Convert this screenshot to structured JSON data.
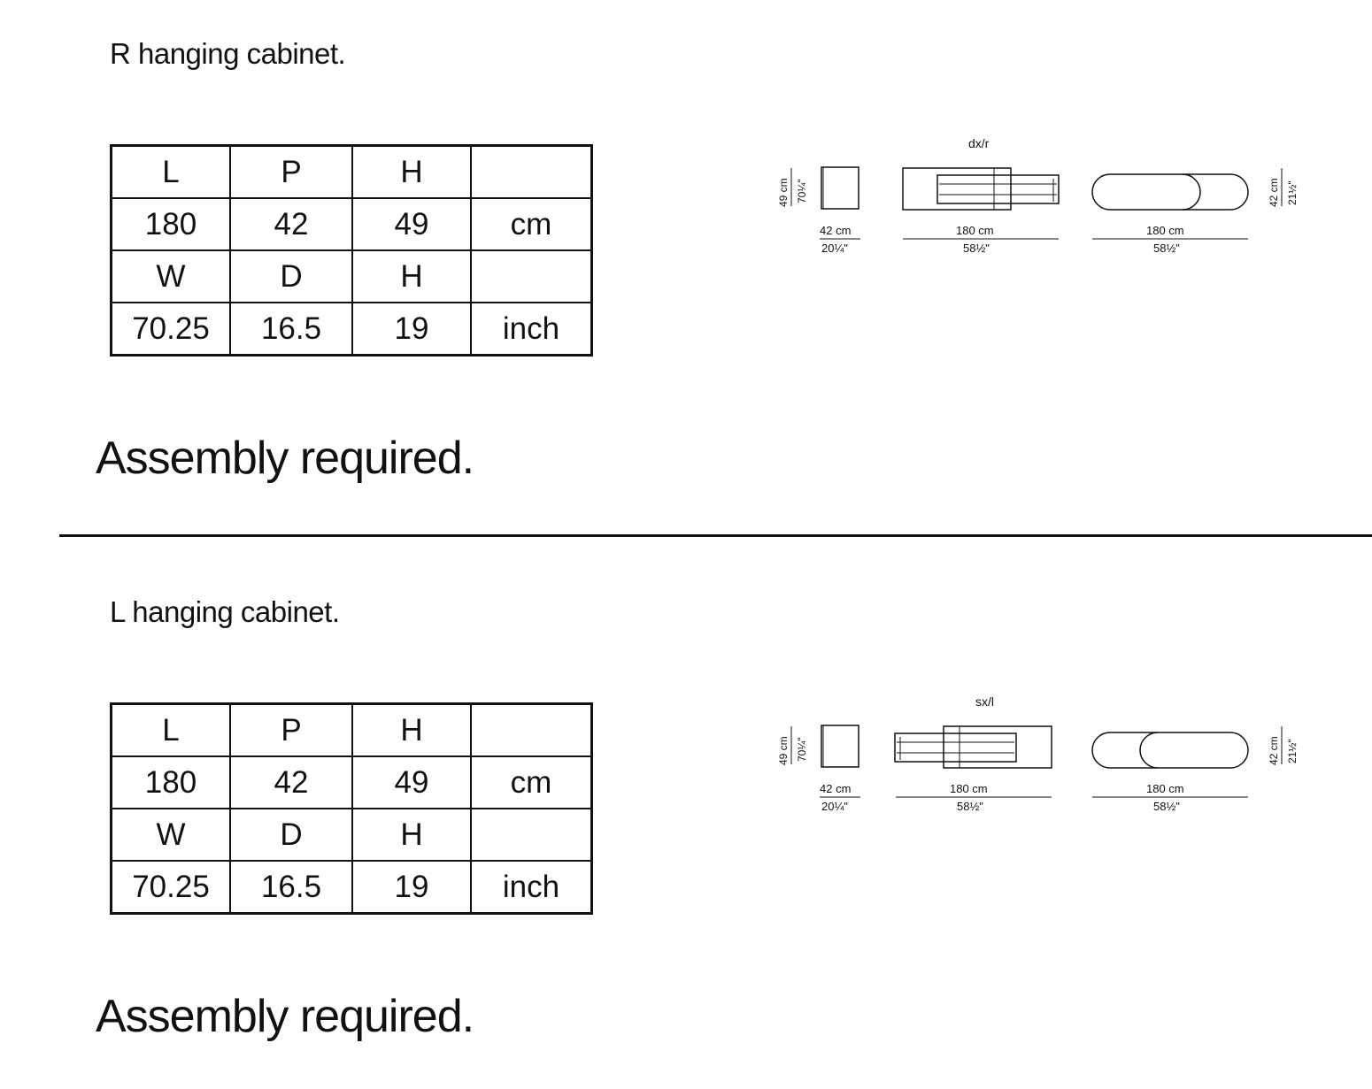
{
  "sections": [
    {
      "title": "R hanging cabinet.",
      "table": {
        "rows": [
          [
            "L",
            "P",
            "H",
            ""
          ],
          [
            "180",
            "42",
            "49",
            "cm"
          ],
          [
            "W",
            "D",
            "H",
            ""
          ],
          [
            "70.25",
            "16.5",
            "19",
            "inch"
          ]
        ]
      },
      "note": "Assembly required.",
      "drawing": {
        "variant_label": "dx/r",
        "side_height_cm": "49 cm",
        "side_height_in": "70¼\"",
        "depth_cm": "42 cm",
        "depth_in": "20¼\"",
        "front_width_cm": "180 cm",
        "front_width_in": "58½\"",
        "top_width_cm": "180 cm",
        "top_width_in": "58½\"",
        "top_depth_cm": "42 cm",
        "top_depth_in": "21½\""
      }
    },
    {
      "title": "L hanging cabinet.",
      "table": {
        "rows": [
          [
            "L",
            "P",
            "H",
            ""
          ],
          [
            "180",
            "42",
            "49",
            "cm"
          ],
          [
            "W",
            "D",
            "H",
            ""
          ],
          [
            "70.25",
            "16.5",
            "19",
            "inch"
          ]
        ]
      },
      "note": "Assembly required.",
      "drawing": {
        "variant_label": "sx/l",
        "side_height_cm": "49 cm",
        "side_height_in": "70¼\"",
        "depth_cm": "42 cm",
        "depth_in": "20¼\"",
        "front_width_cm": "180 cm",
        "front_width_in": "58½\"",
        "top_width_cm": "180 cm",
        "top_width_in": "58½\"",
        "top_depth_cm": "42 cm",
        "top_depth_in": "21½\""
      }
    }
  ]
}
